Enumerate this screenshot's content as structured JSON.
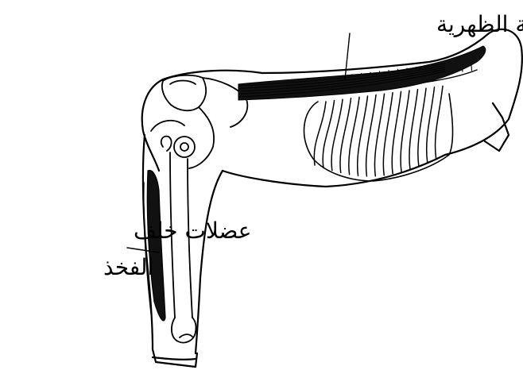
{
  "labels": {
    "back_muscle": "المستقيمة الظهرية",
    "hamstring_line1": "عضلات خلف",
    "hamstring_line2": "الفخذ"
  },
  "colors": {
    "ink": "#000000",
    "paper": "#ffffff"
  }
}
